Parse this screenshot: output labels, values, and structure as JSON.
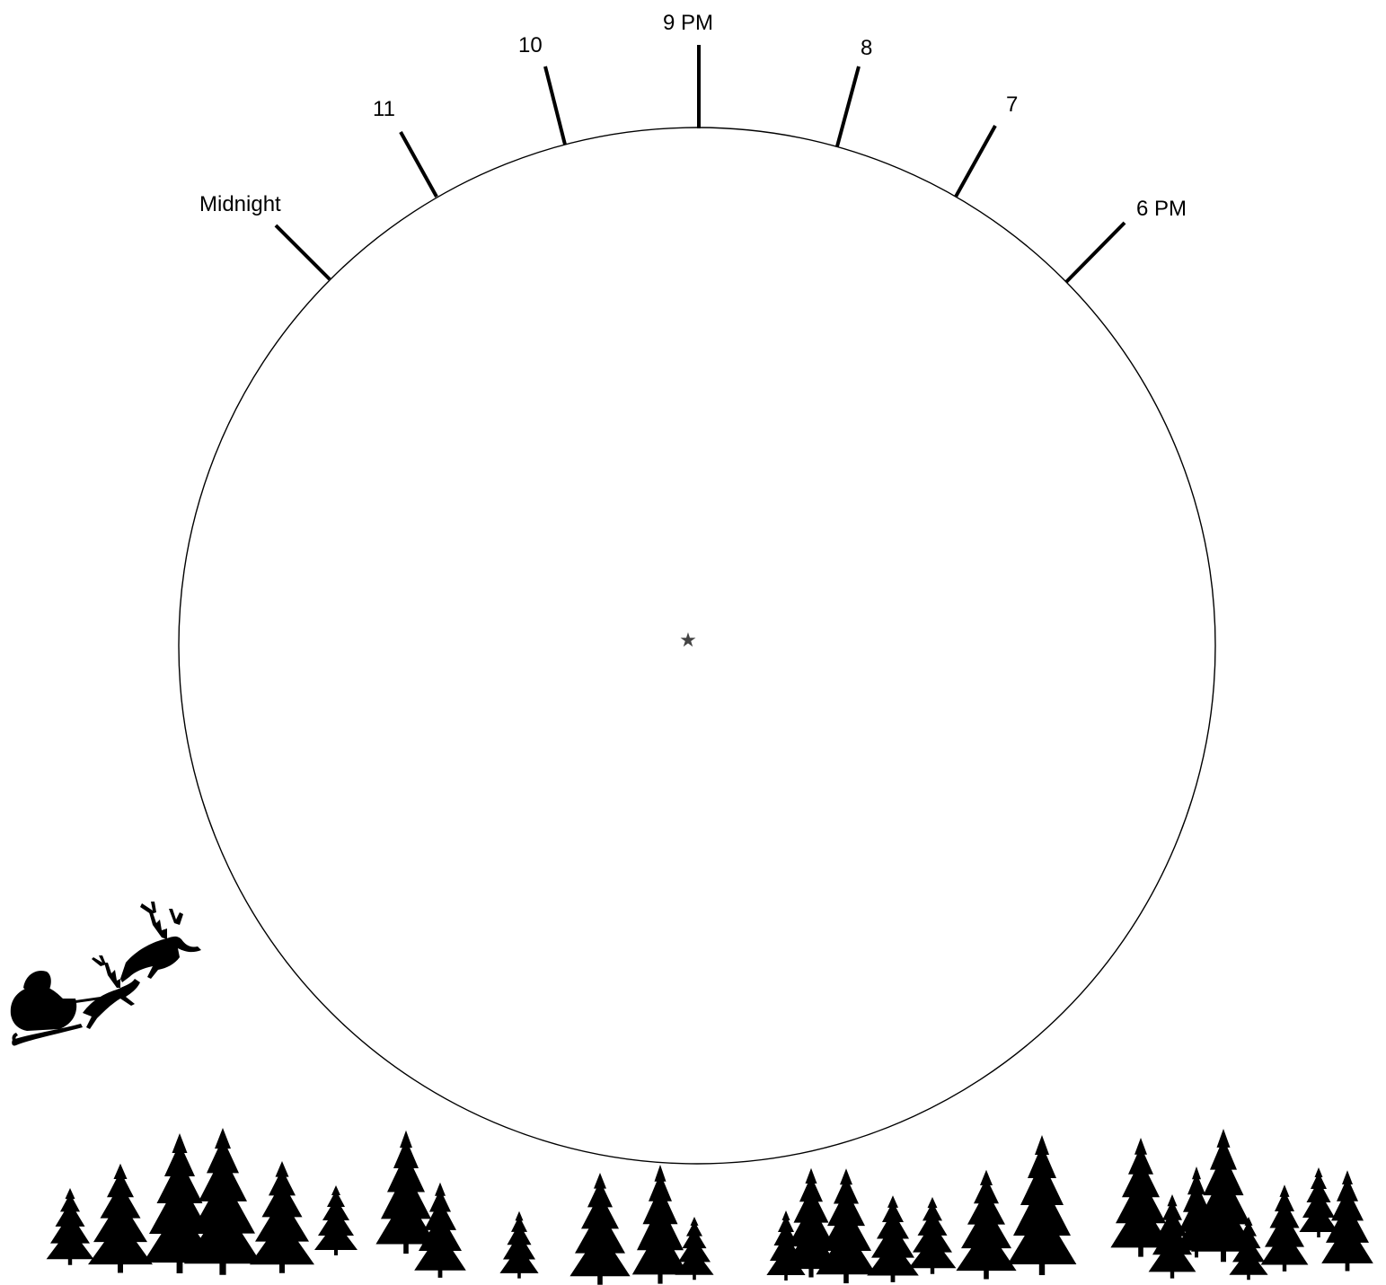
{
  "clock": {
    "hour_labels": [
      "Midnight",
      "11",
      "10",
      "9 PM",
      "8",
      "7",
      "6 PM"
    ],
    "center_marker": "★"
  },
  "colors": {
    "background": "#ffffff",
    "ink": "#000000",
    "star": "#444444"
  },
  "decorations": {
    "sleigh_icon": "santa-sleigh-reindeer-silhouette",
    "tree_icon": "pine-tree-silhouette"
  }
}
